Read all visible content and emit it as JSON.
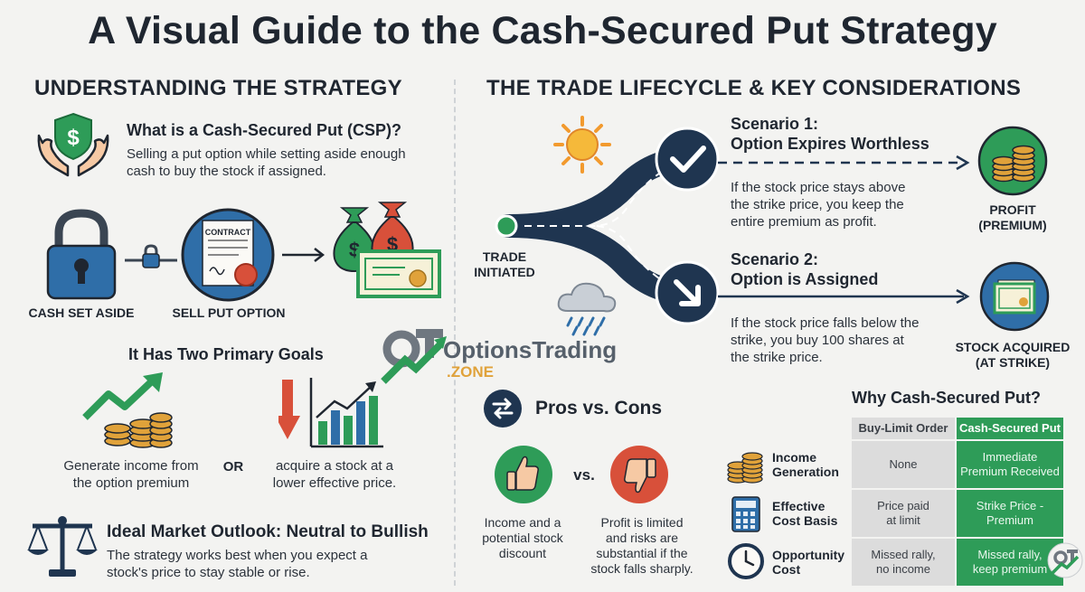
{
  "title": "A Visual Guide to the Cash-Secured Put Strategy",
  "left": {
    "heading": "UNDERSTANDING THE STRATEGY",
    "csp_title": "What is a Cash-Secured Put (CSP)?",
    "csp_desc_1": "Selling a put option while setting aside enough",
    "csp_desc_2": "cash to buy the stock if assigned.",
    "contract_word": "CONTRACT",
    "cash_label": "CASH SET ASIDE",
    "sell_label": "SELL PUT OPTION",
    "goals_title": "It Has Two Primary Goals",
    "goal1_1": "Generate income from",
    "goal1_2": "the option premium",
    "or": "OR",
    "goal2_1": "acquire a stock at a",
    "goal2_2": "lower effective price.",
    "outlook_title": "Ideal Market Outlook: Neutral to Bullish",
    "outlook_1": "The strategy works best when you expect a",
    "outlook_2": "stock's price to stay stable or rise."
  },
  "right": {
    "heading": "THE TRADE LIFECYCLE & KEY CONSIDERATIONS",
    "trade_1": "TRADE",
    "trade_2": "INITIATED",
    "s1_title_1": "Scenario 1:",
    "s1_title_2": "Option Expires Worthless",
    "s1_desc_1": "If the stock price stays above",
    "s1_desc_2": "the strike price, you keep the",
    "s1_desc_3": "entire premium as profit.",
    "profit_1": "PROFIT",
    "profit_2": "(PREMIUM)",
    "s2_title_1": "Scenario 2:",
    "s2_title_2": "Option is Assigned",
    "s2_desc_1": "If the stock price falls below the",
    "s2_desc_2": "strike, you buy 100 shares at",
    "s2_desc_3": "the strike price.",
    "stock_1": "STOCK ACQUIRED",
    "stock_2": "(AT STRIKE)",
    "pros_title": "Pros vs. Cons",
    "vs": "vs.",
    "pro_1": "Income and a",
    "pro_2": "potential stock",
    "pro_3": "discount",
    "con_1": "Profit is limited",
    "con_2": "and risks are",
    "con_3": "substantial if the",
    "con_4": "stock falls sharply.",
    "why_title": "Why Cash-Secured Put?",
    "table": {
      "col1": "Buy-Limit Order",
      "col2": "Cash-Secured Put",
      "r1_label_1": "Income",
      "r1_label_2": "Generation",
      "r1_c1": "None",
      "r1_c2_1": "Immediate",
      "r1_c2_2": "Premium Received",
      "r2_label_1": "Effective",
      "r2_label_2": "Cost Basis",
      "r2_c1_1": "Price paid",
      "r2_c1_2": "at limit",
      "r2_c2_1": "Strike Price -",
      "r2_c2_2": "Premium",
      "r3_label_1": "Opportunity",
      "r3_label_2": "Cost",
      "r3_c1_1": "Missed rally,",
      "r3_c1_2": "no income",
      "r3_c2_1": "Missed rally,",
      "r3_c2_2": "keep premium"
    }
  },
  "watermark": {
    "brand": "OptionsTrading",
    "sub": ".ZONE",
    "mark": "OTZ"
  },
  "colors": {
    "green": "#2e9c58",
    "navy": "#1f3550",
    "blue": "#2f6ea8",
    "red": "#d8503a",
    "gold": "#e0a23a",
    "orange": "#f29a2e"
  }
}
